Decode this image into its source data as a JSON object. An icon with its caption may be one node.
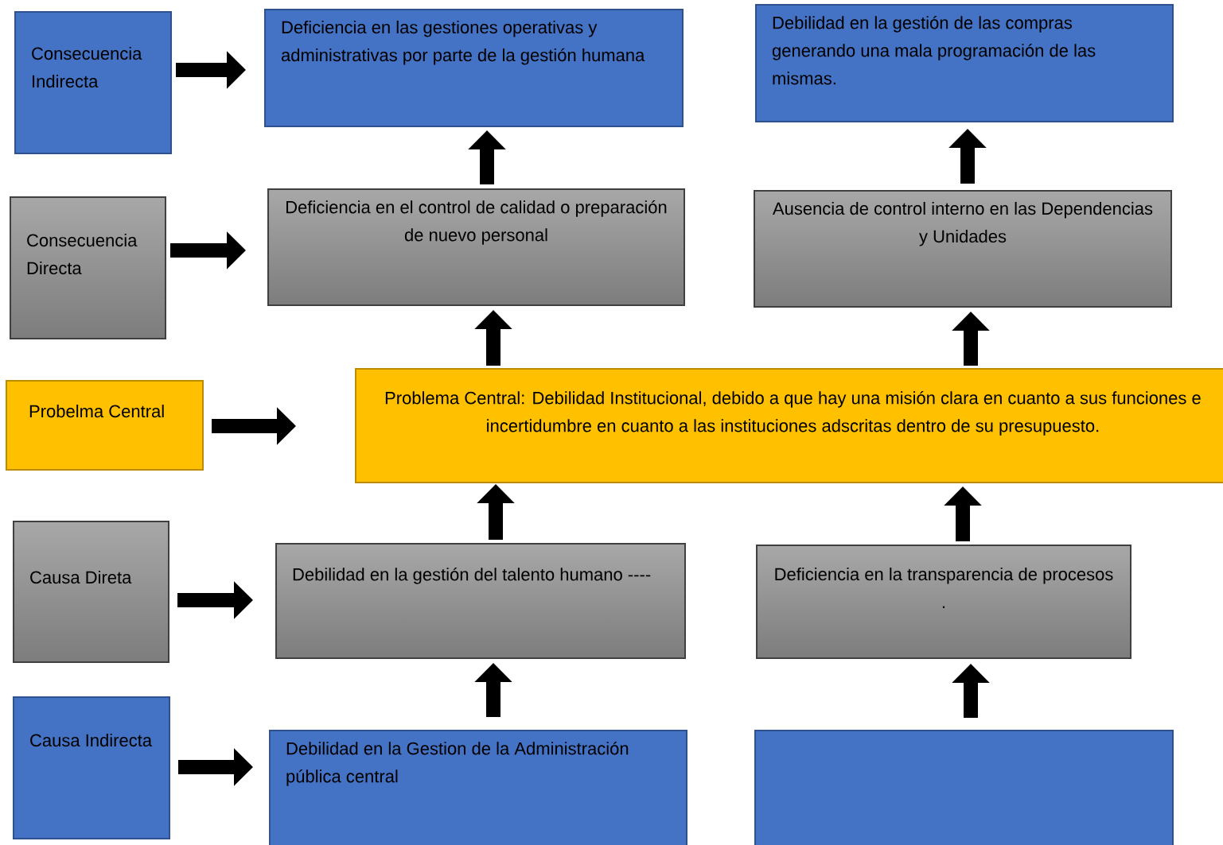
{
  "diagram": {
    "nodes": [
      {
        "text": [
          "Consecuencia Indirecta"
        ]
      },
      {
        "text": [
          "Deficiencia en las gestiones operativas y administrativas por parte de la gestión humana"
        ]
      },
      {
        "text": [
          "Debilidad en la gestión de las compras generando una mala programación de las mismas."
        ]
      },
      {
        "text": [
          "Consecuencia Directa"
        ]
      },
      {
        "text": [
          "Deficiencia en el control de calidad o preparación de nuevo personal"
        ]
      },
      {
        "text": [
          "Ausencia de control interno en las Dependencias y Unidades"
        ]
      },
      {
        "text": [
          "Probelma Central"
        ]
      },
      {
        "text": [
          "Problema Central: Debilidad Institucional, debido a que hay una misión clara en cuanto a sus funciones e incertidumbre en cuanto a las instituciones adscritas dentro de su presupuesto."
        ]
      },
      {
        "text": [
          "Causa Direta"
        ]
      },
      {
        "text": [
          "Debilidad en la gestión del talento humano ----"
        ]
      },
      {
        "text": [
          "Deficiencia en la transparencia de procesos ."
        ]
      },
      {
        "text": [
          "Causa Indirecta"
        ]
      },
      {
        "text": [
          "Debilidad en la Gestion de la Administración pública central"
        ]
      },
      {
        "text": [],
        "shape": "box"
      }
    ],
    "edges": [
      {
        "from": 0,
        "to": 1,
        "arrow": "to"
      },
      {
        "from": 3,
        "to": 4,
        "arrow": "to"
      },
      {
        "from": 6,
        "to": 7,
        "arrow": "to"
      },
      {
        "from": 8,
        "to": 9,
        "arrow": "to"
      },
      {
        "from": 11,
        "to": 12,
        "arrow": "to"
      },
      {
        "from": 4,
        "to": 1,
        "arrow": "to"
      },
      {
        "from": 5,
        "to": 2,
        "arrow": "to"
      },
      {
        "from": 7,
        "to": 4,
        "arrow": "to"
      },
      {
        "from": 7,
        "to": 5,
        "arrow": "to"
      },
      {
        "from": 9,
        "to": 7,
        "arrow": "to"
      },
      {
        "from": 10,
        "to": 7,
        "arrow": "to"
      },
      {
        "from": 12,
        "to": 9,
        "arrow": "to"
      },
      {
        "from": 13,
        "to": 10,
        "arrow": "to"
      }
    ]
  }
}
